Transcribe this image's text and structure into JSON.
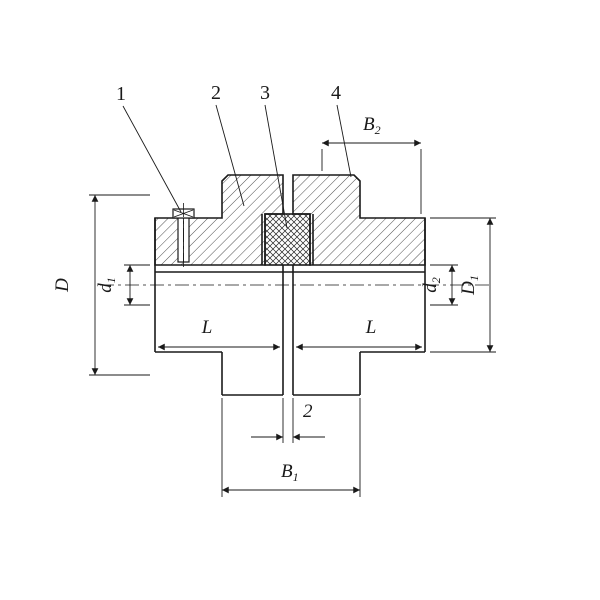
{
  "drawing": {
    "type": "technical-section-drawing",
    "subject": "elastic pin coupling cross-section",
    "parts": {
      "n1": "1",
      "n2": "2",
      "n3": "3",
      "n4": "4"
    },
    "dims": {
      "D": "D",
      "d1_main": "d",
      "d1_sub": "1",
      "d2_main": "d",
      "d2_sub": "2",
      "D1_main": "D",
      "D1_sub": "1",
      "B1_main": "B",
      "B1_sub": "1",
      "B2_main": "B",
      "B2_sub": "2",
      "L_left": "L",
      "L_right": "L",
      "gap": "2"
    }
  },
  "colors": {
    "line": "#1a1a1a",
    "background": "#ffffff"
  }
}
